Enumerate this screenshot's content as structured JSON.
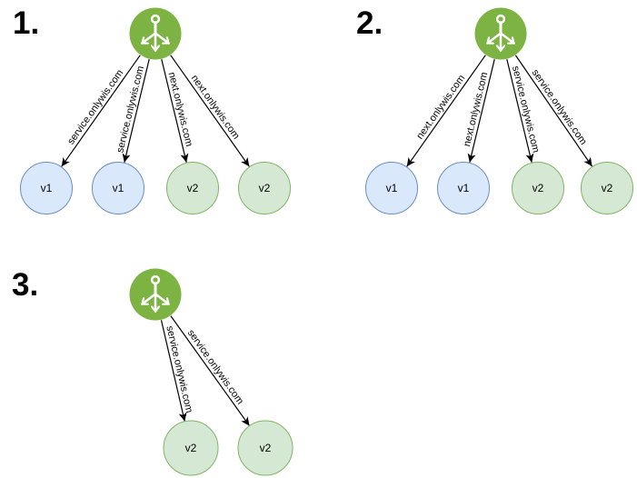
{
  "colors": {
    "gateway": "#7CB342",
    "v1_fill": "#DAE8FC",
    "v1_stroke": "#6C8EBF",
    "v2_fill": "#D5E8D4",
    "v2_stroke": "#82B366",
    "edge": "#000000",
    "glyph": "#ffffff"
  },
  "icons": {
    "gateway": "ingress-gateway-icon"
  },
  "diagrams": [
    {
      "number": "1.",
      "edges": [
        {
          "label": "service.onlywis.com"
        },
        {
          "label": "service.onlywis.com"
        },
        {
          "label": "next.onlywis.com"
        },
        {
          "label": "next.onlywis.com"
        }
      ],
      "targets": [
        {
          "label": "v1",
          "variant": "blue"
        },
        {
          "label": "v1",
          "variant": "blue"
        },
        {
          "label": "v2",
          "variant": "green"
        },
        {
          "label": "v2",
          "variant": "green"
        }
      ]
    },
    {
      "number": "2.",
      "edges": [
        {
          "label": "next.onlywis.com"
        },
        {
          "label": "next.onlywis.com"
        },
        {
          "label": "service.onlywis.com"
        },
        {
          "label": "service.onlywis.com"
        }
      ],
      "targets": [
        {
          "label": "v1",
          "variant": "blue"
        },
        {
          "label": "v1",
          "variant": "blue"
        },
        {
          "label": "v2",
          "variant": "green"
        },
        {
          "label": "v2",
          "variant": "green"
        }
      ]
    },
    {
      "number": "3.",
      "edges": [
        {
          "label": "service.onlywis.com"
        },
        {
          "label": "service.onlywis.com"
        }
      ],
      "targets": [
        {
          "label": "v2",
          "variant": "green"
        },
        {
          "label": "v2",
          "variant": "green"
        }
      ]
    }
  ]
}
